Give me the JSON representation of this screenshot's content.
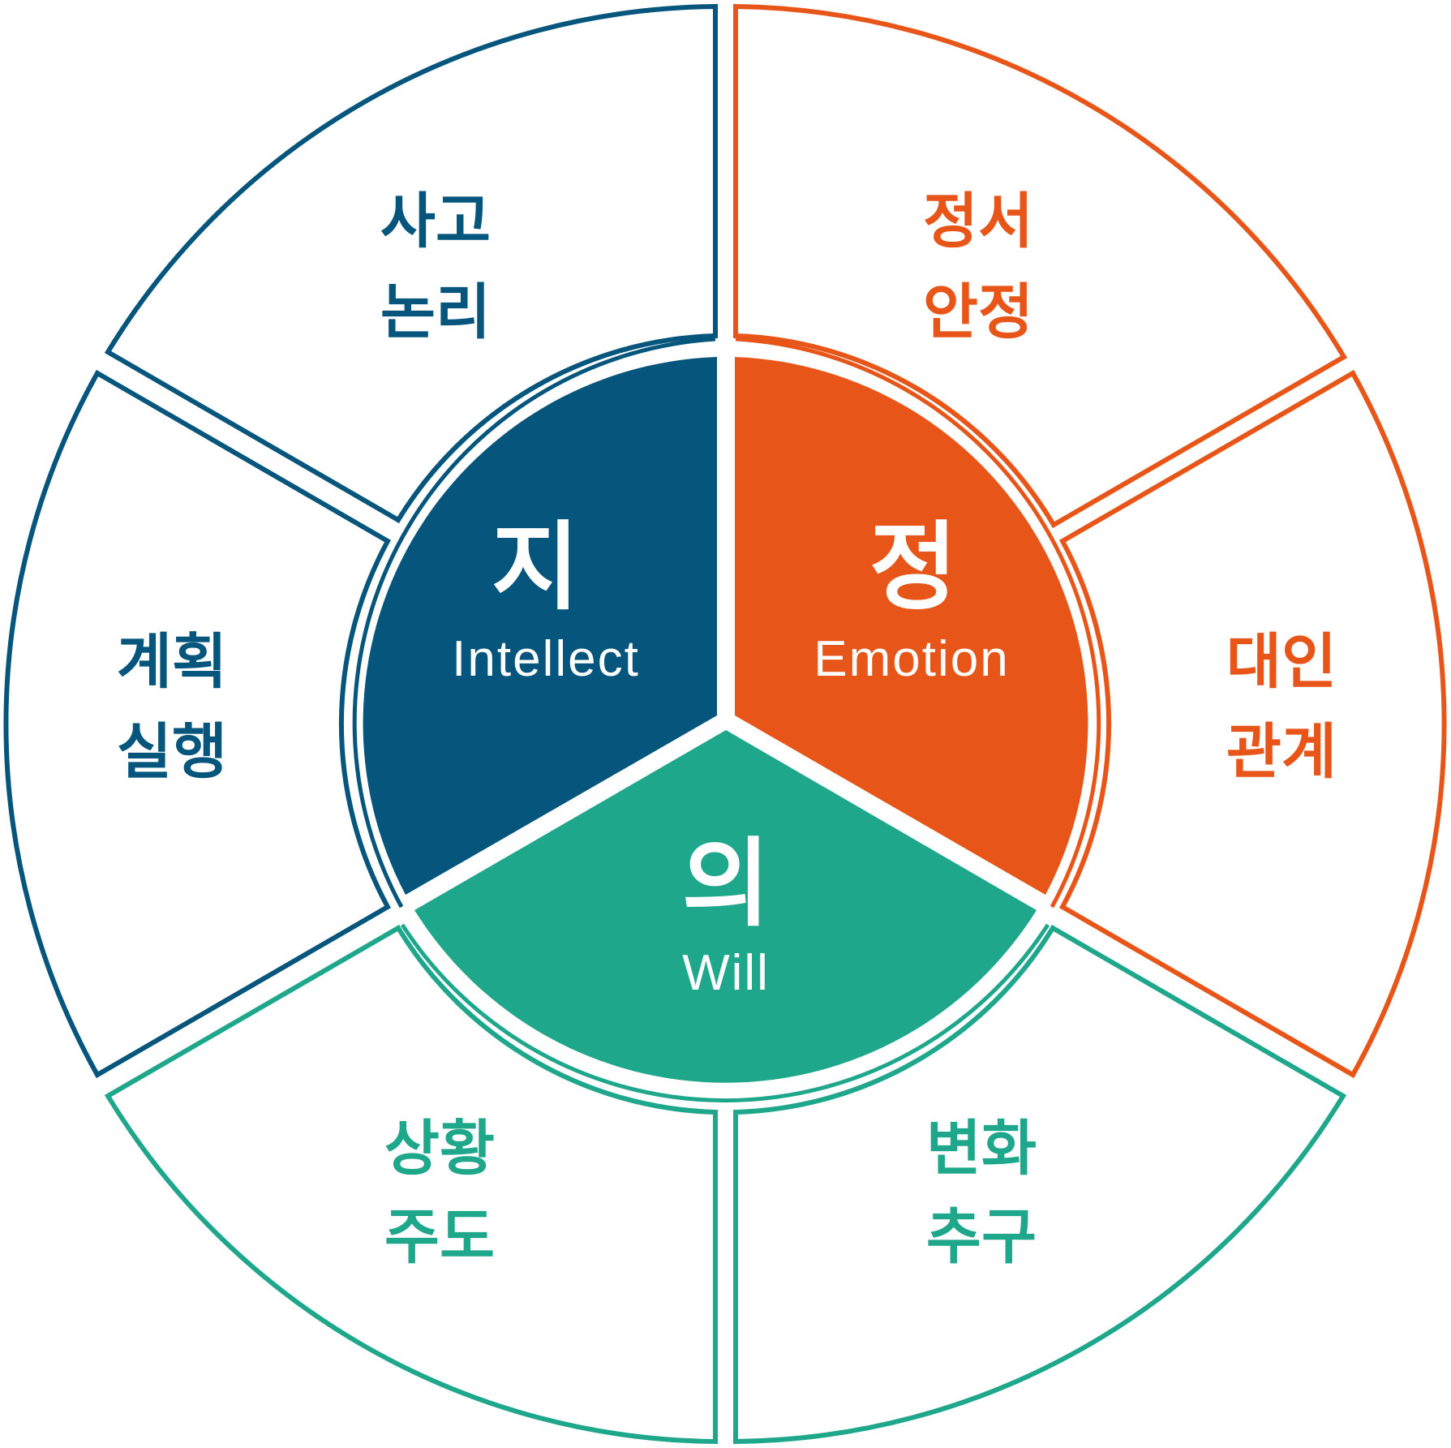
{
  "colors": {
    "intellect": "#05557d",
    "emotion": "#e85518",
    "will": "#1fa78c",
    "background": "#ffffff"
  },
  "core": {
    "intellect": {
      "title": "지",
      "subtitle": "Intellect"
    },
    "emotion": {
      "title": "정",
      "subtitle": "Emotion"
    },
    "will": {
      "title": "의",
      "subtitle": "Will"
    }
  },
  "outer": {
    "top_left": {
      "line1": "사고",
      "line2": "논리"
    },
    "top_right": {
      "line1": "정서",
      "line2": "안정"
    },
    "left": {
      "line1": "계획",
      "line2": "실행"
    },
    "right": {
      "line1": "대인",
      "line2": "관계"
    },
    "bottom_left": {
      "line1": "상황",
      "line2": "주도"
    },
    "bottom_right": {
      "line1": "변화",
      "line2": "추구"
    }
  }
}
